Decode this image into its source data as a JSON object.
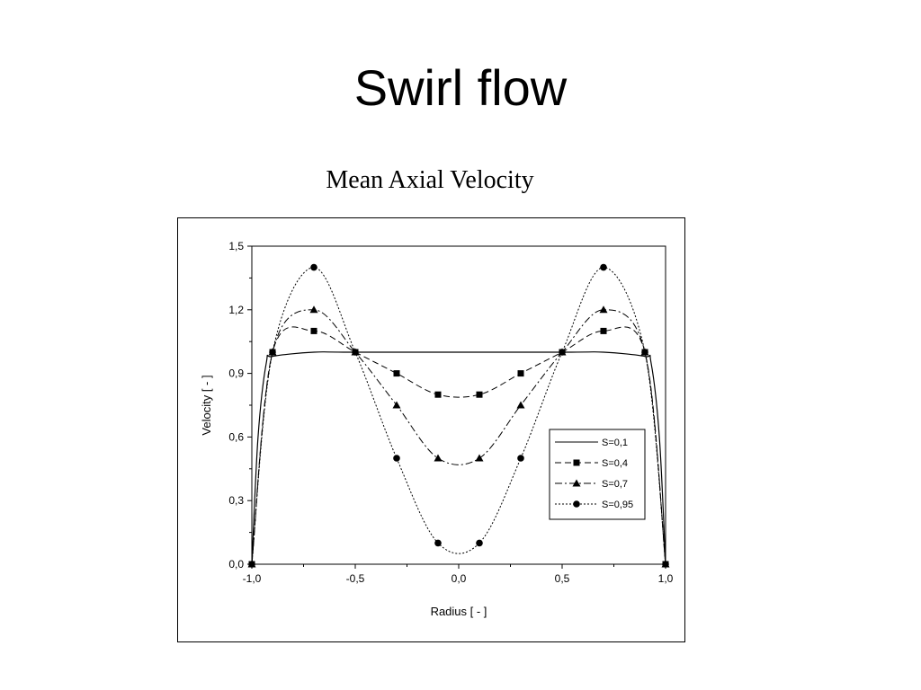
{
  "slide": {
    "title": "Swirl flow"
  },
  "chart_data": {
    "type": "line",
    "title": "Mean Axial Velocity",
    "xlabel": "Radius  [ - ]",
    "ylabel": "Velocity  [ - ]",
    "xlim": [
      -1.0,
      1.0
    ],
    "ylim": [
      0.0,
      1.5
    ],
    "xticks": [
      -1.0,
      -0.5,
      0.0,
      0.5,
      1.0
    ],
    "xtick_labels": [
      "-1,0",
      "-0,5",
      "0,0",
      "0,5",
      "1,0"
    ],
    "yticks": [
      0.0,
      0.3,
      0.6,
      0.9,
      1.2,
      1.5
    ],
    "ytick_labels": [
      "0,0",
      "0,3",
      "0,6",
      "0,9",
      "1,2",
      "1,5"
    ],
    "grid": false,
    "legend_position": "lower-right",
    "series": [
      {
        "name": "S=0,1",
        "marker": "none",
        "dash": "solid",
        "points": [
          [
            -1.0,
            0.0
          ],
          [
            -0.97,
            0.6
          ],
          [
            -0.93,
            0.95
          ],
          [
            -0.9,
            0.98
          ],
          [
            -0.7,
            1.0
          ],
          [
            -0.5,
            1.0
          ],
          [
            0.5,
            1.0
          ],
          [
            0.7,
            1.0
          ],
          [
            0.9,
            0.98
          ],
          [
            0.93,
            0.95
          ],
          [
            0.97,
            0.6
          ],
          [
            1.0,
            0.0
          ]
        ]
      },
      {
        "name": "S=0,4",
        "marker": "square",
        "dash": "dashed",
        "points": [
          [
            -1.0,
            0.0
          ],
          [
            -0.9,
            1.0
          ],
          [
            -0.7,
            1.1
          ],
          [
            -0.5,
            1.0
          ],
          [
            -0.3,
            0.9
          ],
          [
            -0.1,
            0.8
          ],
          [
            0.1,
            0.8
          ],
          [
            0.3,
            0.9
          ],
          [
            0.5,
            1.0
          ],
          [
            0.7,
            1.1
          ],
          [
            0.9,
            1.0
          ],
          [
            1.0,
            0.0
          ]
        ]
      },
      {
        "name": "S=0,7",
        "marker": "triangle",
        "dash": "dash-dot",
        "points": [
          [
            -1.0,
            0.0
          ],
          [
            -0.9,
            1.0
          ],
          [
            -0.7,
            1.2
          ],
          [
            -0.5,
            1.0
          ],
          [
            -0.3,
            0.75
          ],
          [
            -0.1,
            0.5
          ],
          [
            0.1,
            0.5
          ],
          [
            0.3,
            0.75
          ],
          [
            0.5,
            1.0
          ],
          [
            0.7,
            1.2
          ],
          [
            0.9,
            1.0
          ],
          [
            1.0,
            0.0
          ]
        ]
      },
      {
        "name": "S=0,95",
        "marker": "circle",
        "dash": "dotted",
        "points": [
          [
            -1.0,
            0.0
          ],
          [
            -0.9,
            1.0
          ],
          [
            -0.7,
            1.4
          ],
          [
            -0.5,
            1.0
          ],
          [
            -0.3,
            0.5
          ],
          [
            -0.1,
            0.1
          ],
          [
            0.1,
            0.1
          ],
          [
            0.3,
            0.5
          ],
          [
            0.5,
            1.0
          ],
          [
            0.7,
            1.4
          ],
          [
            0.9,
            1.0
          ],
          [
            1.0,
            0.0
          ]
        ]
      }
    ]
  }
}
